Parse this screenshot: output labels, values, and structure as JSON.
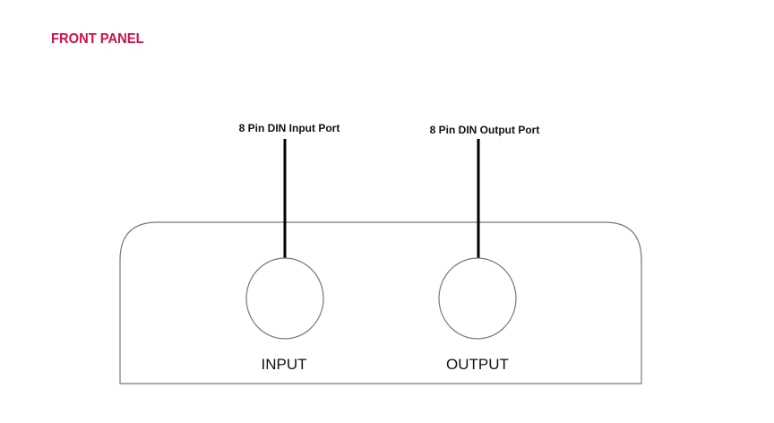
{
  "title": "FRONT PANEL",
  "colors": {
    "title": "#d0104c",
    "line": "#000000",
    "outline": "#777777"
  },
  "callouts": [
    {
      "label": "8 Pin DIN Input Port"
    },
    {
      "label": "8 Pin DIN Output Port"
    }
  ],
  "ports": [
    {
      "label": "INPUT"
    },
    {
      "label": "OUTPUT"
    }
  ]
}
